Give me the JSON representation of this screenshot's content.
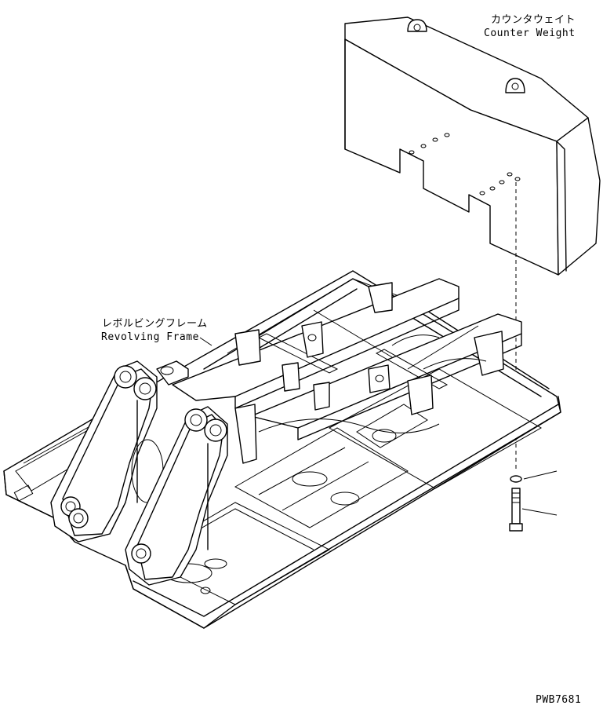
{
  "labels": {
    "counterweight_jp": "カウンタウェイト",
    "counterweight_en": "Counter Weight",
    "frame_jp": "レボルビングフレーム",
    "frame_en": "Revolving Frame",
    "drawing_id": "PWB7681"
  },
  "colors": {
    "line": "#000000",
    "background": "#ffffff"
  }
}
